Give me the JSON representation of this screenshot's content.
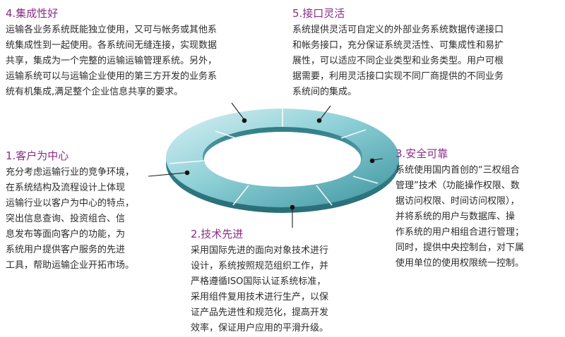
{
  "features": [
    {
      "id": "integration",
      "title": "4.集成性好",
      "lines": [
        "运输各业务系统既能独立使用，又可与帐务或其他系",
        "统集成性到一起使用。各系统间无缝连接，实现数据",
        "共享，集成为一个完整的运输运输管理系统。另外，",
        "运输系统可以与运输企业使用的第三方开发的业务系",
        "统有机集成,满足整个企业信息共享的要求。"
      ]
    },
    {
      "id": "interface",
      "title": "5.接口灵活",
      "lines": [
        "系统提供灵活可自定义的外部业务系统数据传递接口",
        "和帐务接口，充分保证系统灵活性、可集成性和易扩",
        "展性，可以适应不同企业类型和业务类型。用户可根",
        "据需要，利用灵活接口实现不同厂商提供的不同业务",
        "系统间的集成。"
      ]
    },
    {
      "id": "customer",
      "title": "1.客户为中心",
      "lines": [
        "充分考虑运输行业的竞争环境，",
        "在系统结构及流程设计上体现",
        "运输行业以客户为中心的特点，",
        "突出信息查询、投资组合、信",
        "息发布等面向客户的功能，为",
        "系统用户提供客户服务的先进",
        "工具，帮助运输企业开拓市场。"
      ]
    },
    {
      "id": "security",
      "title": "3.安全可靠",
      "lines": [
        "系统使用国内首创的“三权组合",
        "管理”技术（功能操作权限、数",
        "据访问权限、时间访问权限），",
        "并将系统的用户与数据库、操",
        "作系统的用户相组合进行管理；",
        "同时，提供中央控制台，对下属",
        "使用单位的使用权限统一控制。"
      ]
    },
    {
      "id": "technology",
      "title": "2.技术先进",
      "lines": [
        "采用国际先进的面向对象技术进行",
        "设计，系统按照规范组织工作，并",
        "严格遵循ISO国际认证系统标准，",
        "采用组件复用技术进行生产，以保",
        "证产品先进性和规范化，提高开发",
        "效率，保证用户应用的平滑升级。"
      ]
    }
  ],
  "colors": {
    "heading": "#8a2c86",
    "ring_light": "#d7f0f3",
    "ring_mid": "#86cbd2",
    "ring_dark": "#3f97a2",
    "leader": "#1f1f1f",
    "dot": "#111111"
  }
}
